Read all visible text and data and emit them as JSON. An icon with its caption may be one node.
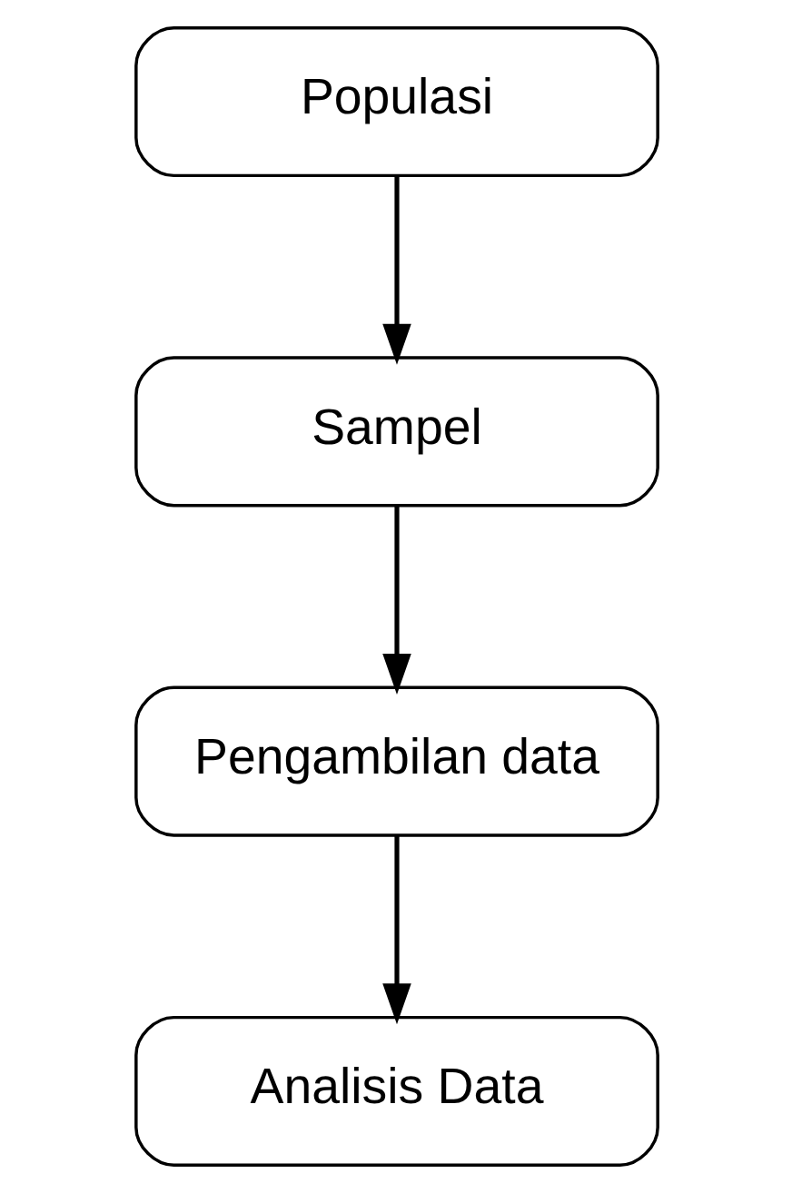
{
  "diagram": {
    "nodes": [
      {
        "text": [
          "Populasi"
        ]
      },
      {
        "text": [
          "Sampel"
        ]
      },
      {
        "text": [
          "Pengambilan data"
        ]
      },
      {
        "text": [
          "Analisis Data"
        ]
      }
    ],
    "edges": [
      {
        "from": 0,
        "to": 1,
        "arrow": "to"
      },
      {
        "from": 1,
        "to": 2,
        "arrow": "to"
      },
      {
        "from": 2,
        "to": 3,
        "arrow": "to"
      }
    ]
  }
}
